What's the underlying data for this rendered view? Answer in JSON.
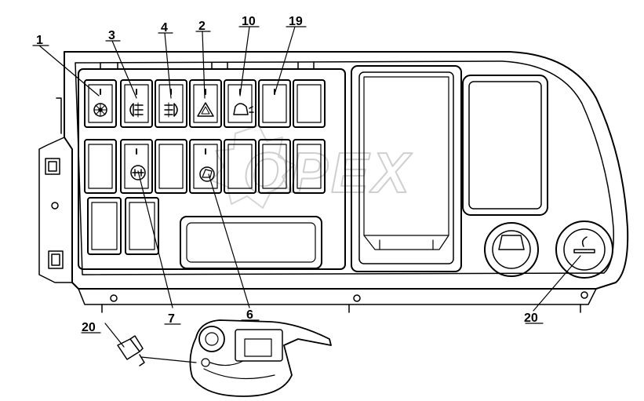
{
  "diagram": {
    "watermark": "OPEX",
    "callouts": {
      "c1": "1",
      "c2": "2",
      "c3": "3",
      "c4": "4",
      "c6": "6",
      "c7": "7",
      "c10": "10",
      "c19": "19",
      "c20a": "20",
      "c20b": "20"
    },
    "icons": [
      "fan-icon",
      "rear-fog-icon",
      "front-fog-icon",
      "hazard-icon",
      "beacon-icon",
      "axle-lock-icon",
      "cab-tilt-icon",
      "cigarette-lighter-icon"
    ]
  }
}
